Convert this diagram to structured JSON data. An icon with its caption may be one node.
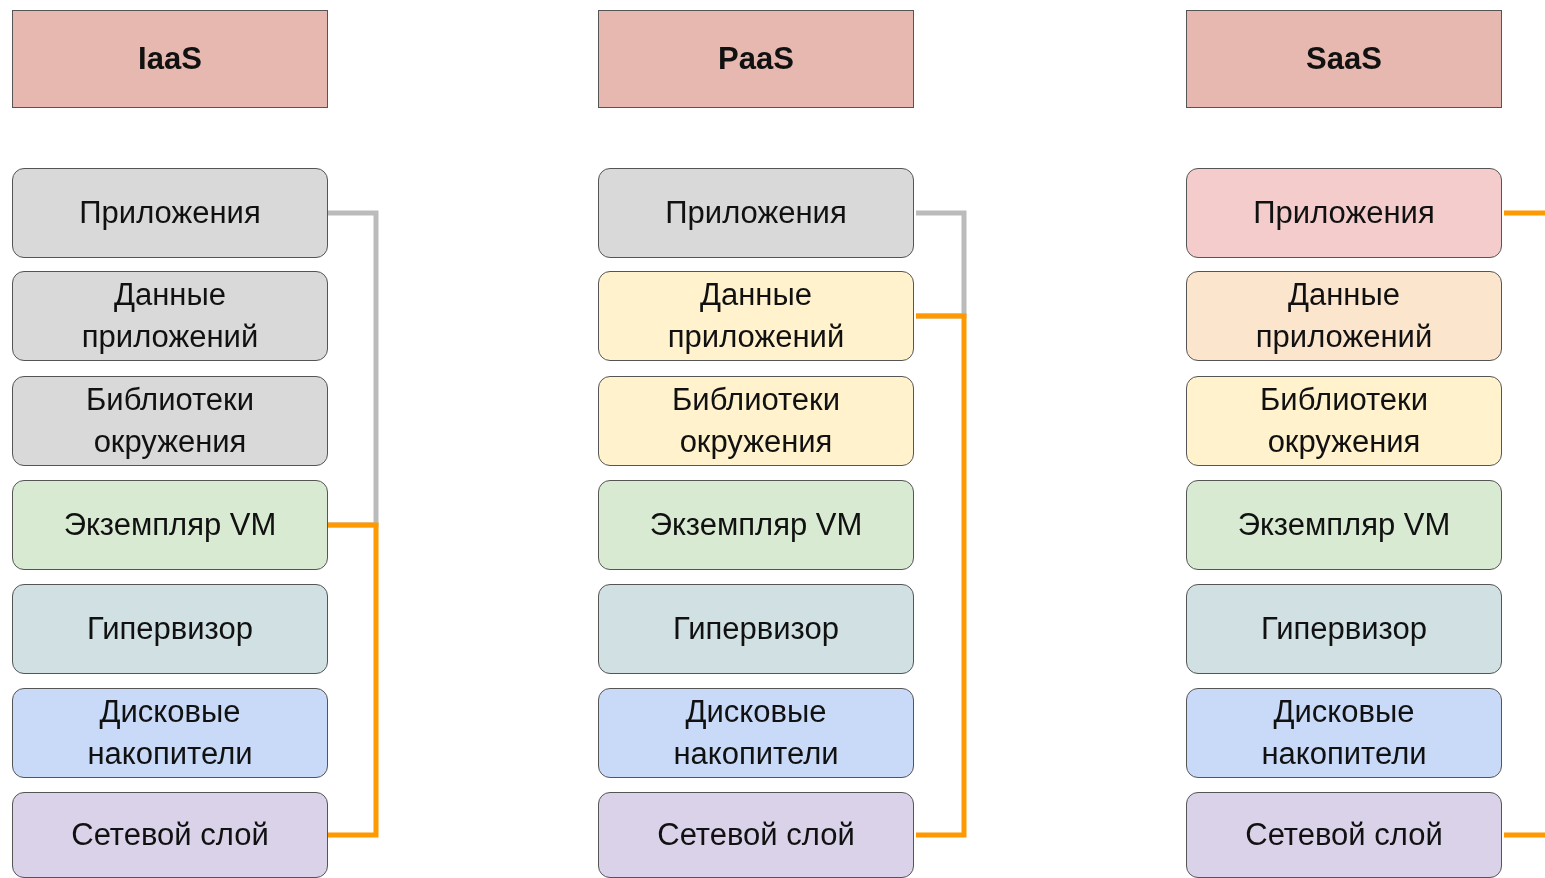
{
  "diagram": {
    "nodes": [
      {
        "text": [
          "IaaS"
        ]
      },
      {
        "text": [
          "Приложения"
        ]
      },
      {
        "text": [
          "Данные приложений"
        ]
      },
      {
        "text": [
          "Библиотеки окружения"
        ]
      },
      {
        "text": [
          "Экземпляр VM"
        ]
      },
      {
        "text": [
          "Гипервизор"
        ]
      },
      {
        "text": [
          "Дисковые накопители"
        ]
      },
      {
        "text": [
          "Сетевой слой"
        ]
      },
      {
        "text": [
          "PaaS"
        ]
      },
      {
        "text": [
          "Приложения"
        ]
      },
      {
        "text": [
          "Данные приложений"
        ]
      },
      {
        "text": [
          "Библиотеки окружения"
        ]
      },
      {
        "text": [
          "Экземпляр VM"
        ]
      },
      {
        "text": [
          "Гипервизор"
        ]
      },
      {
        "text": [
          "Дисковые накопители"
        ]
      },
      {
        "text": [
          "Сетевой слой"
        ]
      },
      {
        "text": [
          "SaaS"
        ]
      },
      {
        "text": [
          "Приложения"
        ]
      },
      {
        "text": [
          "Данные приложений"
        ]
      },
      {
        "text": [
          "Библиотеки окружения"
        ]
      },
      {
        "text": [
          "Экземпляр VM"
        ]
      },
      {
        "text": [
          "Гипервизор"
        ]
      },
      {
        "text": [
          "Дисковые накопители"
        ]
      },
      {
        "text": [
          "Сетевой слой"
        ]
      }
    ]
  }
}
